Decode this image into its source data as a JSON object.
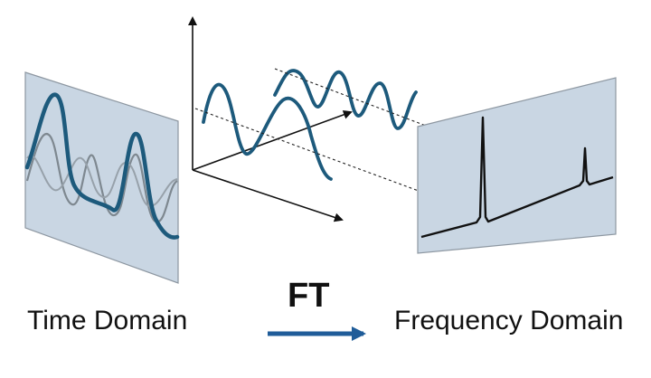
{
  "labels": {
    "time_domain": "Time Domain",
    "transform": "FT",
    "frequency_domain": "Frequency Domain"
  },
  "colors": {
    "panel_fill": "#c9d6e3",
    "panel_border": "#8d97a1",
    "wave_primary": "#1d5a7c",
    "wave_secondary": "#7e8890",
    "axis": "#111111",
    "spectrum": "#111111",
    "transform_arrow": "#1f5c99"
  }
}
